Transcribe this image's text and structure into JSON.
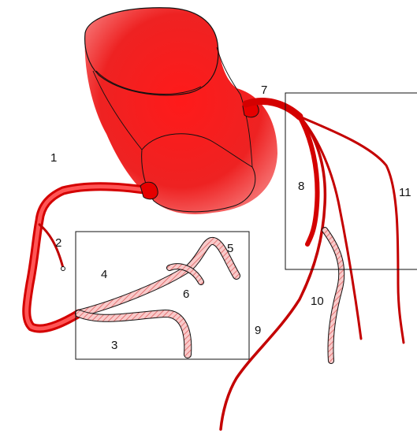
{
  "colors": {
    "background": "#ffffff",
    "vessel_red": "#e60000",
    "vessel_light": "#f4a6a6",
    "outline": "#111111"
  },
  "segments": {
    "s1": "1",
    "s2": "2",
    "s3": "3",
    "s4": "4",
    "s5": "5",
    "s6": "6",
    "s7": "7",
    "s8": "8",
    "s9": "9",
    "s10": "10",
    "s11": "11"
  }
}
